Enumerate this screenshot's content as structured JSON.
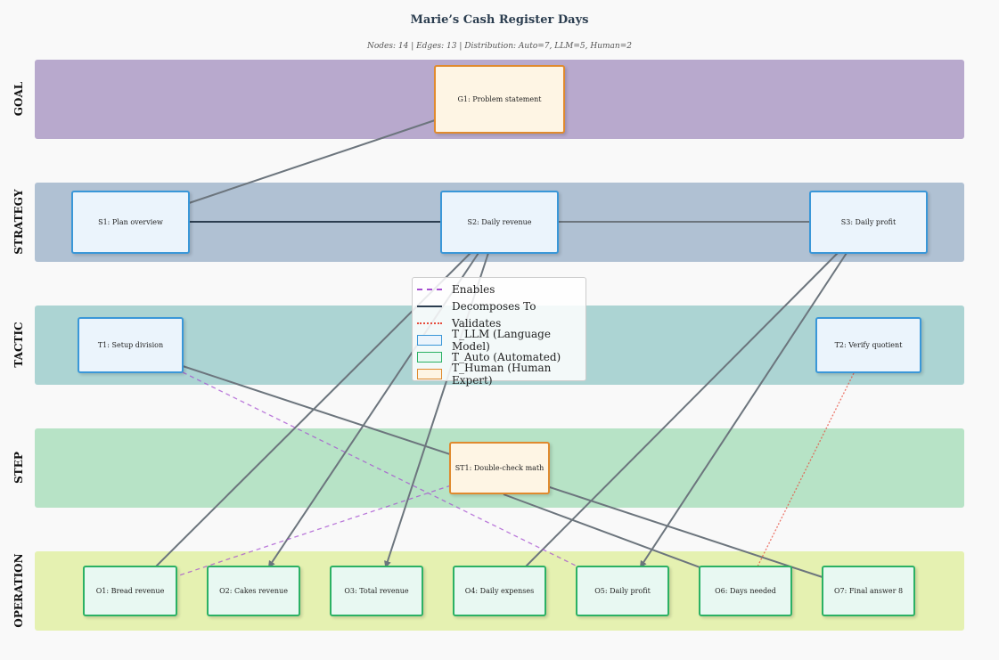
{
  "title": "Marie’s Cash Register Days",
  "subtitle": "Nodes: 14 | Edges: 13 | Distribution: Auto=7, LLM=5, Human=2",
  "layers": {
    "goal": "GOAL",
    "strategy": "STRATEGY",
    "tactic": "TACTIC",
    "step": "STEP",
    "operation": "OPERATION"
  },
  "colors": {
    "human_border": "#e08a2e",
    "llm_border": "#3a97d8",
    "auto_border": "#2bb164",
    "enables": "#a64fd0",
    "decomposes": "#2c3e50",
    "validates": "#e74c3c"
  },
  "nodes": {
    "G1": {
      "label": "G1: Problem statement",
      "type": "T_Human"
    },
    "S1": {
      "label": "S1: Plan overview",
      "type": "T_LLM"
    },
    "S2": {
      "label": "S2: Daily revenue",
      "type": "T_LLM"
    },
    "S3": {
      "label": "S3: Daily profit",
      "type": "T_LLM"
    },
    "T1": {
      "label": "T1: Setup division",
      "type": "T_LLM"
    },
    "T2": {
      "label": "T2: Verify quotient",
      "type": "T_LLM"
    },
    "ST1": {
      "label": "ST1: Double-check math",
      "type": "T_Human"
    },
    "O1": {
      "label": "O1: Bread revenue",
      "type": "T_Auto"
    },
    "O2": {
      "label": "O2: Cakes revenue",
      "type": "T_Auto"
    },
    "O3": {
      "label": "O3: Total revenue",
      "type": "T_Auto"
    },
    "O4": {
      "label": "O4: Daily expenses",
      "type": "T_Auto"
    },
    "O5": {
      "label": "O5: Daily profit",
      "type": "T_Auto"
    },
    "O6": {
      "label": "O6: Days needed",
      "type": "T_Auto"
    },
    "O7": {
      "label": "O7: Final answer 8",
      "type": "T_Auto"
    }
  },
  "legend": {
    "enables": "Enables",
    "decomposes": "Decomposes To",
    "validates": "Validates",
    "llm": "T_LLM (Language Model)",
    "auto": "T_Auto (Automated)",
    "human": "T_Human (Human Expert)"
  }
}
